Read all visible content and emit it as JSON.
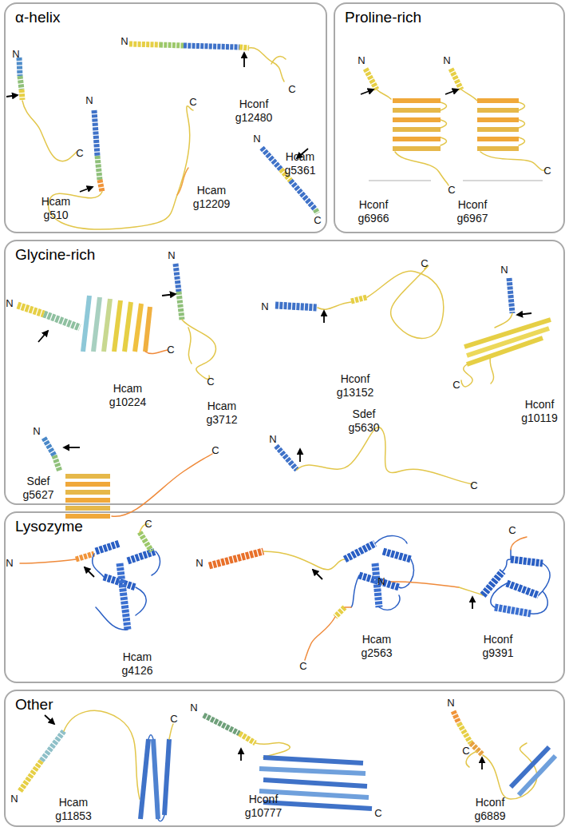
{
  "diagram": {
    "nodes": [
      {
        "text": [
          "α-helix"
        ]
      },
      {
        "text": [
          "Proline-rich"
        ]
      },
      {
        "text": [
          "Glycine-rich"
        ]
      },
      {
        "text": [
          "Lysozyme"
        ]
      },
      {
        "text": [
          "Other"
        ]
      }
    ],
    "edges": [],
    "labels": [
      "N",
      "C",
      "Hcam g510",
      "N",
      "C",
      "Hconf g12480",
      "N",
      "C",
      "Hcam g12209",
      "N",
      "C",
      "Hcam g5361",
      "N",
      "C",
      "Hconf g6966",
      "N",
      "C",
      "Hconf g6967",
      "N",
      "C",
      "Hcam g10224",
      "N",
      "C",
      "Hcam g3712",
      "N",
      "C",
      "Hconf g13152",
      "N",
      "C",
      "Hconf g10119",
      "N",
      "C",
      "Sdef g5627",
      "N",
      "C",
      "Sdef g5630",
      "N",
      "C",
      "Hcam g4126",
      "N",
      "C",
      "Hcam g2563",
      "N",
      "C",
      "Hconf g9391",
      "N",
      "C",
      "Hcam g11853",
      "N",
      "C",
      "Hconf g10777",
      "N",
      "C",
      "Hconf g6889"
    ]
  }
}
